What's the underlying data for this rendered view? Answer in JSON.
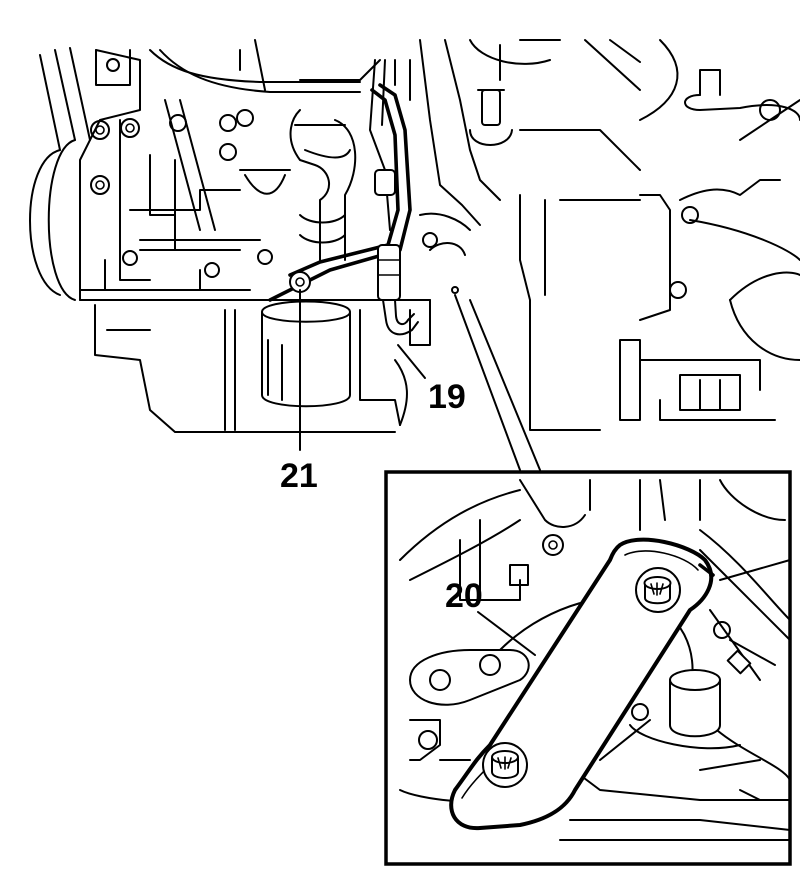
{
  "callouts": {
    "c19": "19",
    "c20": "20",
    "c21": "21"
  },
  "colors": {
    "line": "#000000",
    "background": "#ffffff"
  }
}
